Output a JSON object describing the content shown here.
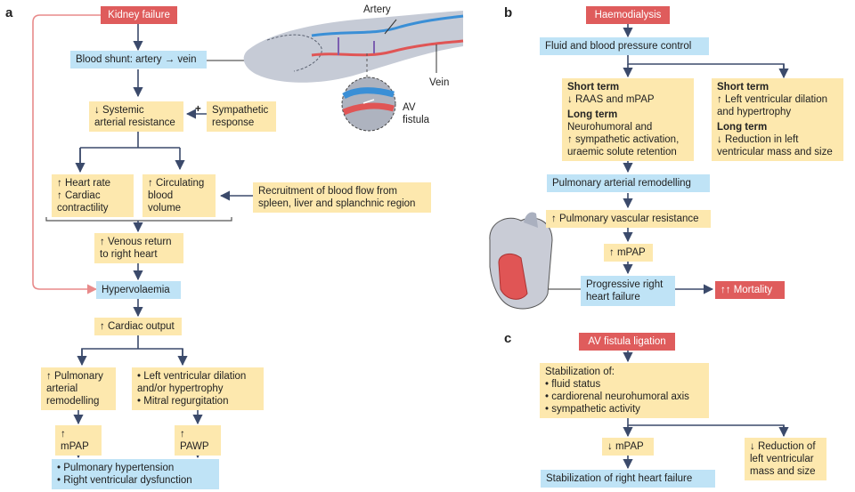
{
  "panels": {
    "a": "a",
    "b": "b",
    "c": "c"
  },
  "a": {
    "kidney_failure": "Kidney failure",
    "shunt": "Blood shunt: artery → vein",
    "svr": "↓ Systemic\narterial resistance",
    "plus": "+",
    "sympathetic": "Sympathetic\nresponse",
    "hr": "↑ Heart rate\n↑ Cardiac\n    contractility",
    "cbv": "↑ Circulating\nblood\nvolume",
    "recruit": "Recruitment of blood flow from\nspleen, liver and splanchnic region",
    "venous": "↑ Venous return\nto right heart",
    "hypervol": "Hypervolaemia",
    "co": "↑ Cardiac output",
    "par": "↑ Pulmonary\narterial\nremodelling",
    "lv_items": [
      "Left ventricular dilation\nand/or hypertrophy",
      "Mitral regurgitation"
    ],
    "mpap": "↑ mPAP",
    "pawp": "↑ PAWP",
    "ph_items": [
      "Pulmonary hypertension",
      "Right ventricular dysfunction"
    ],
    "artery": "Artery",
    "vein": "Vein",
    "av_fistula": "AV\nfistula"
  },
  "b": {
    "haemo": "Haemodialysis",
    "fluid": "Fluid and blood pressure control",
    "left_short_h": "Short term",
    "left_short": "↓ RAAS and mPAP",
    "left_long_h": "Long term",
    "left_long": "Neurohumoral and\n↑ sympathetic activation,\nuraemic solute retention",
    "right_short_h": "Short term",
    "right_short": "↑ Left ventricular dilation\nand hypertrophy",
    "right_long_h": "Long term",
    "right_long": "↓ Reduction in left\nventricular mass and size",
    "par": "Pulmonary arterial remodelling",
    "pvr": "↑ Pulmonary vascular resistance",
    "mpap": "↑ mPAP",
    "prhf": "Progressive right\nheart failure",
    "mortality": "↑↑ Mortality"
  },
  "c": {
    "ligation": "AV fistula ligation",
    "stab_title": "Stabilization of:",
    "stab_items": [
      "fluid status",
      "cardiorenal neurohumoral axis",
      "sympathetic activity"
    ],
    "mpap": "↓ mPAP",
    "reduction": "↓ Reduction of\nleft ventricular\nmass and size",
    "srhf": "Stabilization of right heart failure"
  },
  "colors": {
    "yellow": "#fde8ae",
    "blue": "#bfe3f6",
    "red": "#df5c5c",
    "arrow": "#3b4a6b",
    "pink_line": "#e88a8a"
  }
}
